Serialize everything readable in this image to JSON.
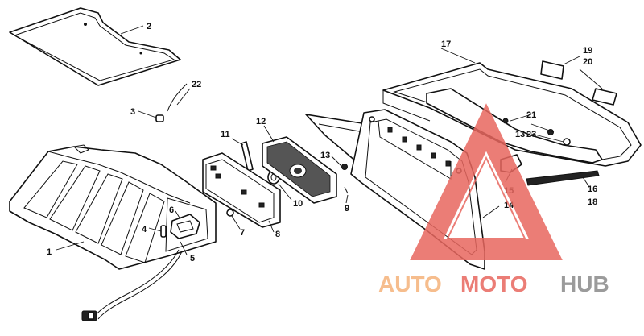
{
  "diagram": {
    "callouts": [
      "1",
      "2",
      "3",
      "4",
      "5",
      "6",
      "7",
      "8",
      "9",
      "10",
      "11",
      "12",
      "13",
      "13",
      "13",
      "14",
      "15",
      "16",
      "17",
      "18",
      "19",
      "20",
      "21",
      "22",
      "23"
    ]
  },
  "watermark": {
    "text_part1": "AUTO",
    "text_part2": "MOTO",
    "text_part3": "HUB",
    "color_orange": "#f5b27a",
    "color_red": "#e8675f",
    "color_gray": "#8a8a8a"
  }
}
